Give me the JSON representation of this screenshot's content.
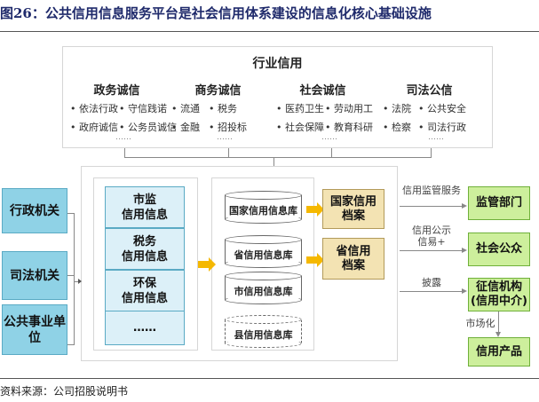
{
  "title": "图26：公共信用信息服务平台是社会信用体系建设的信息化核心基础设施",
  "industry": {
    "title": "行业信用",
    "groups": [
      {
        "name": "政务诚信",
        "items": [
          "• 依法行政",
          "• 守信践诺",
          "• 政府诚信",
          "• 公务员诚信"
        ]
      },
      {
        "name": "商务诚信",
        "items": [
          "• 流通",
          "• 税务",
          "• 金融",
          "• 招投标"
        ]
      },
      {
        "name": "社会诚信",
        "items": [
          "• 医药卫生",
          "• 劳动用工",
          "• 社会保障",
          "• 教育科研"
        ]
      },
      {
        "name": "司法公信",
        "items": [
          "• 法院",
          "• 公共安全",
          "• 检察",
          "• 司法行政"
        ]
      }
    ],
    "ellipsis": "……"
  },
  "sources": [
    "行政机关",
    "司法机关",
    "公共事业单位"
  ],
  "info": [
    "市监\n信用信息",
    "税务\n信用信息",
    "环保\n信用信息",
    "……"
  ],
  "databases": [
    "国家信用信息库",
    "省信用信息库",
    "市信用信息库",
    "县信用信息库"
  ],
  "archives": [
    "国家信用\n档案",
    "省信用\n档案"
  ],
  "flows": [
    "信用监管服务",
    "信用公示\n信易+",
    "披露"
  ],
  "targets": [
    "监管部门",
    "社会公众",
    "征信机构\n(信用中介)",
    "信用产品"
  ],
  "market_label": "市场化",
  "source_note": "资料来源：公司招股说明书",
  "colors": {
    "title": "#1f2a6b",
    "source_box": "#8fd2e6",
    "info_box": "#dcf0f8",
    "archive_box": "#f3e3b3",
    "target_box": "#cdef9c",
    "arrow": "#f5b800"
  }
}
